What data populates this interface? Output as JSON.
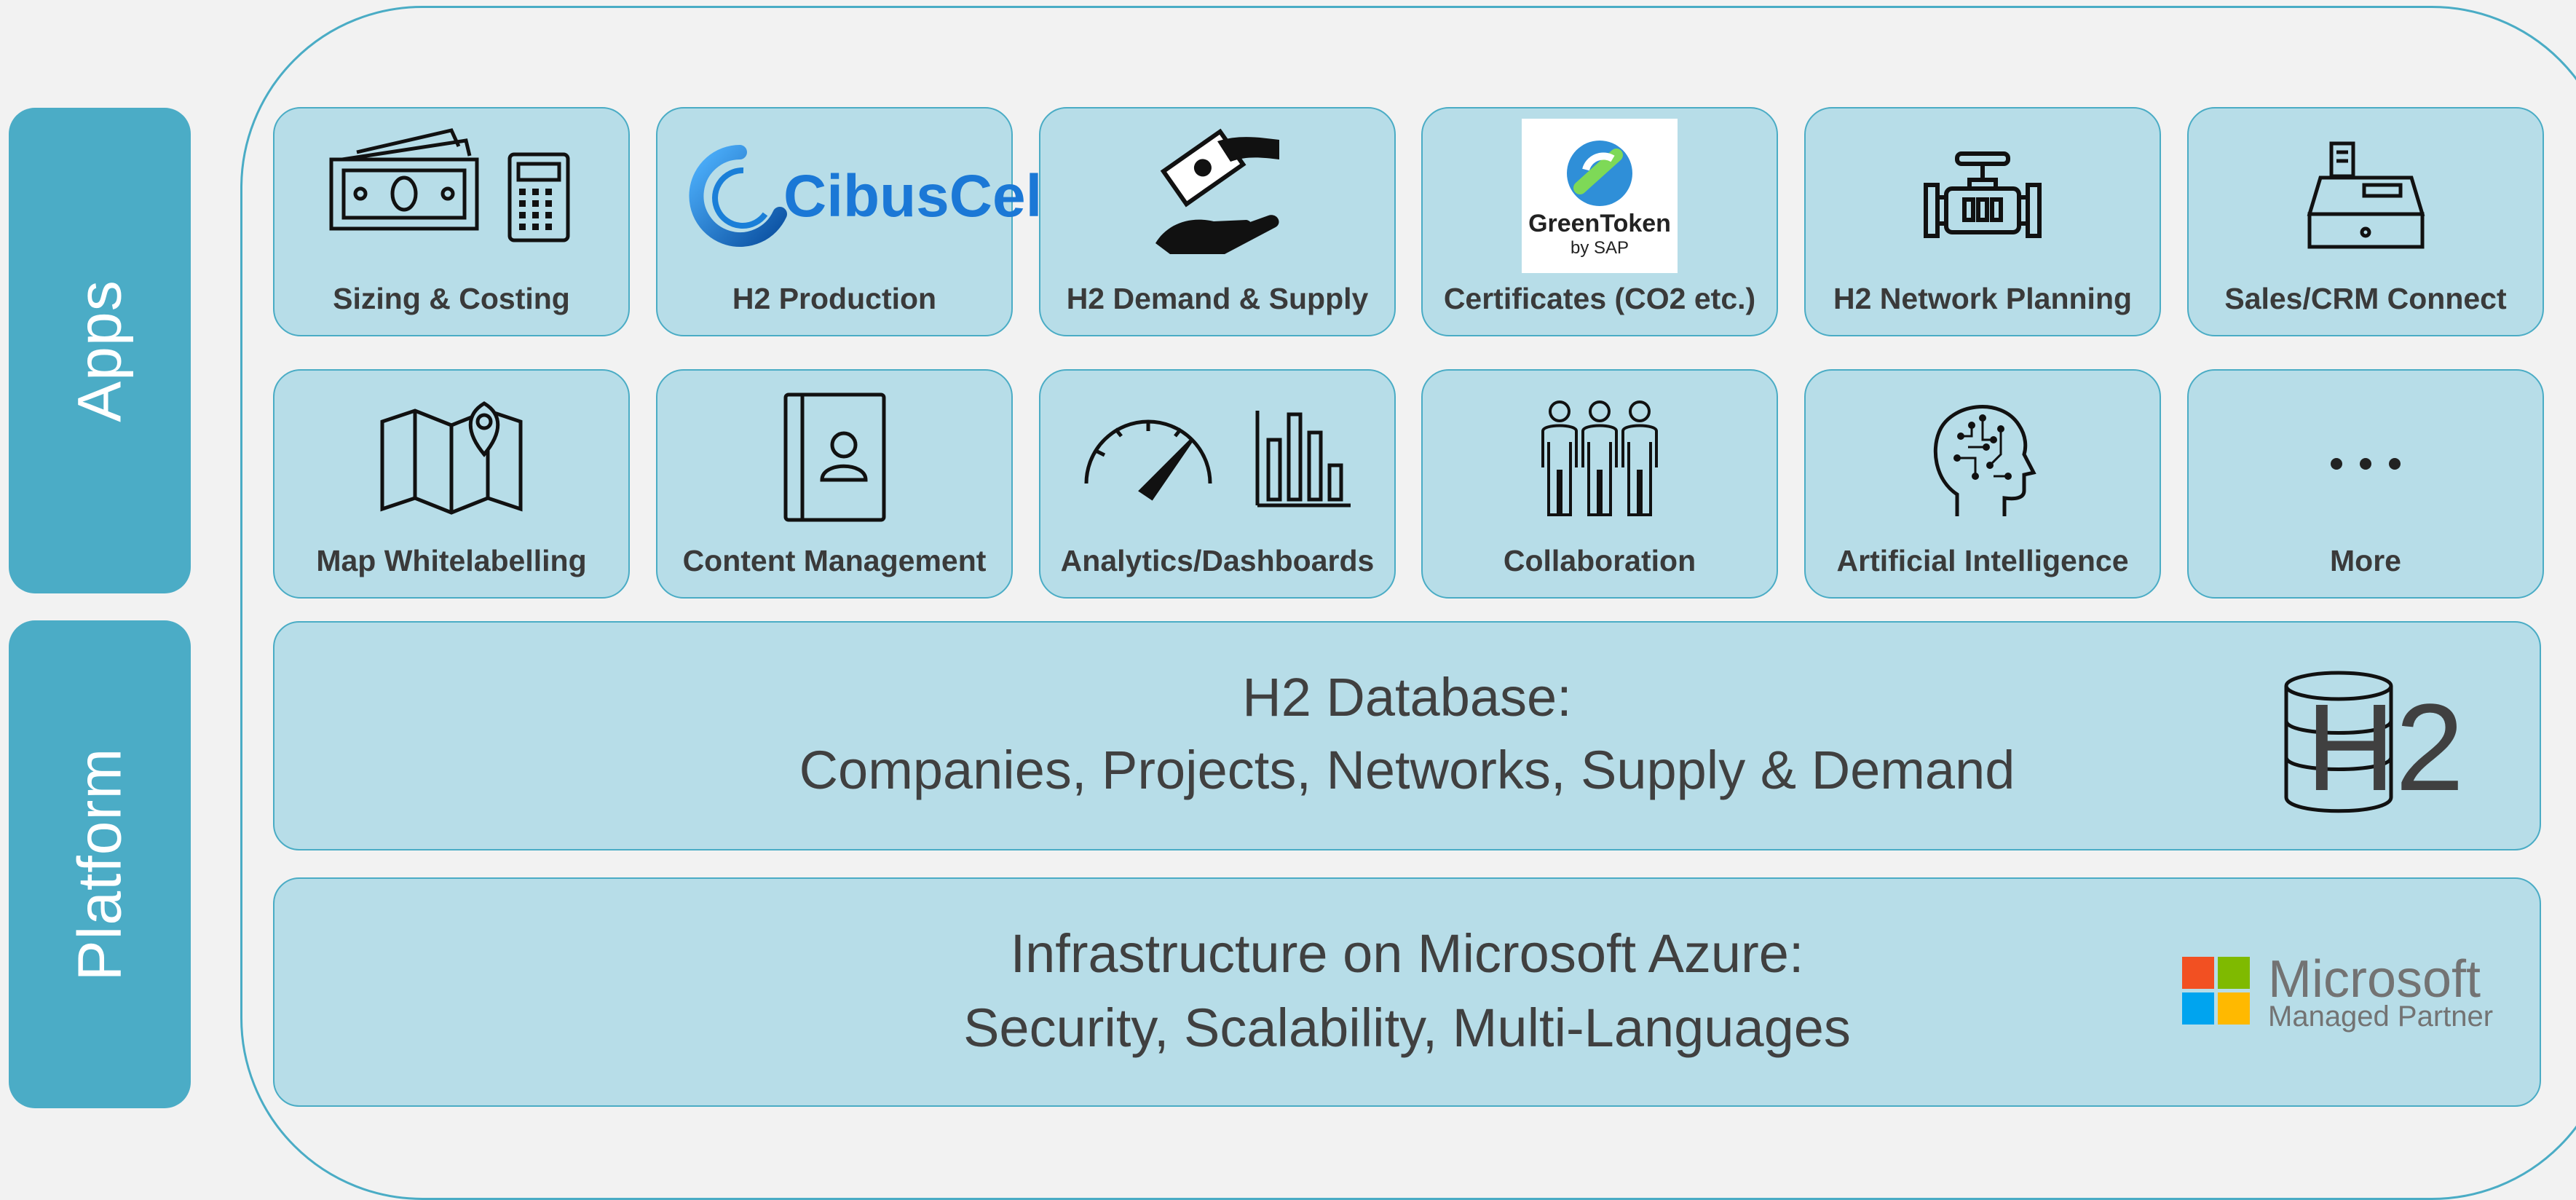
{
  "side": {
    "apps": "Apps",
    "platform": "Platform"
  },
  "apps_row1": [
    {
      "label": "Sizing & Costing",
      "icon": "money-calculator-icon"
    },
    {
      "label": "H2 Production",
      "icon": "cibuscell-logo"
    },
    {
      "label": "H2 Demand & Supply",
      "icon": "hand-money-icon"
    },
    {
      "label": "Certificates (CO2 etc.)",
      "icon": "greentoken-logo"
    },
    {
      "label": "H2 Network Planning",
      "icon": "pipe-valve-icon"
    },
    {
      "label": "Sales/CRM Connect",
      "icon": "cash-register-icon"
    }
  ],
  "apps_row2": [
    {
      "label": "Map Whitelabelling",
      "icon": "map-pin-icon"
    },
    {
      "label": "Content Management",
      "icon": "contact-book-icon"
    },
    {
      "label": "Analytics/Dashboards",
      "icon": "gauge-chart-icon"
    },
    {
      "label": "Collaboration",
      "icon": "people-group-icon"
    },
    {
      "label": "Artificial Intelligence",
      "icon": "ai-head-icon"
    },
    {
      "label": "More",
      "icon": "ellipsis-icon"
    }
  ],
  "logos": {
    "cibuscell": "CibusCell",
    "greentoken": "GreenToken",
    "greentoken_sub": "by SAP",
    "microsoft": "Microsoft",
    "microsoft_sub": "Managed Partner",
    "db_text": "H2"
  },
  "database": {
    "line1": "H2 Database:",
    "line2": "Companies, Projects, Networks, Supply & Demand",
    "icon": "database-icon"
  },
  "infrastructure": {
    "line1": "Infrastructure on Microsoft Azure:",
    "line2": "Security, Scalability, Multi-Languages"
  },
  "colors": {
    "side_bar": "#4bacc6",
    "tile_fill": "#b7dde8",
    "tile_border": "#4aacc5",
    "background": "#f2f2f2"
  }
}
